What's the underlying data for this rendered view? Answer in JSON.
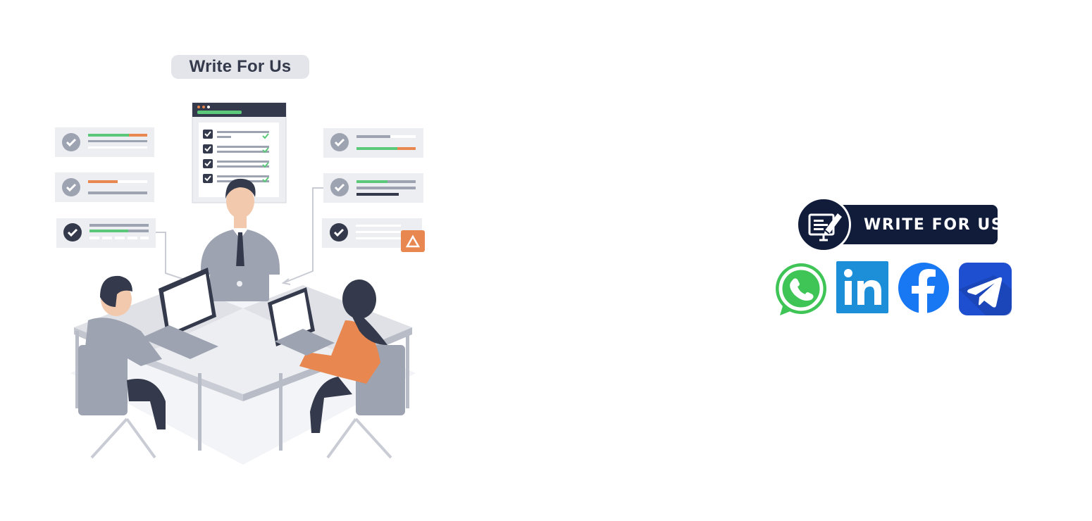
{
  "illustration": {
    "title_pill": "Write For Us",
    "colors": {
      "gray": "#9ea3b2",
      "dark": "#343a4b",
      "green": "#5cc97a",
      "orange": "#e8874f",
      "panel": "#eceef2"
    }
  },
  "cta": {
    "label": "WRITE FOR US",
    "icon": "pen-on-paper-icon",
    "color": "#111c3b"
  },
  "social": [
    {
      "name": "whatsapp",
      "icon": "whatsapp-icon",
      "color": "#3fc456"
    },
    {
      "name": "linkedin",
      "icon": "linkedin-icon",
      "color": "#1d8fd8"
    },
    {
      "name": "facebook",
      "icon": "facebook-icon",
      "color": "#1877f2"
    },
    {
      "name": "telegram",
      "icon": "telegram-icon",
      "color": "#1d4fd0"
    }
  ]
}
